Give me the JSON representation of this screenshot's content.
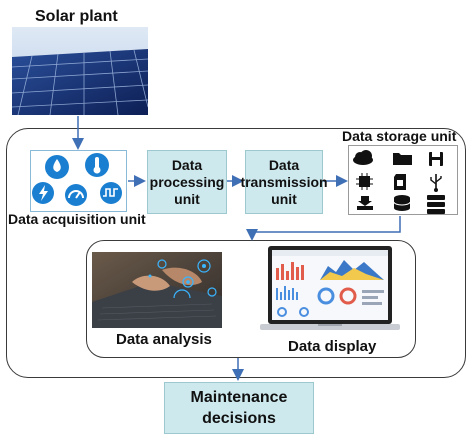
{
  "title": "Solar plant",
  "units": {
    "acquisition": "Data acquisition unit",
    "processing_line1": "Data",
    "processing_line2": "processing",
    "processing_line3": "unit",
    "transmission_line1": "Data",
    "transmission_line2": "transmission",
    "transmission_line3": "unit",
    "storage": "Data storage unit"
  },
  "analysis": {
    "analysis_label": "Data analysis",
    "display_label": "Data display"
  },
  "decision": {
    "line1": "Maintenance",
    "line2": "decisions"
  },
  "colors": {
    "panel": "#cde9ee",
    "acq_blue": "#1a7fd0",
    "storage_icon": "#111111",
    "frame": "#3a3a3a",
    "arrow": "#3f6fb5"
  },
  "icons": {
    "acquisition": [
      "water-drop-icon",
      "thermometer-icon",
      "lightning-icon",
      "gauge-icon",
      "pulse-wave-icon"
    ],
    "storage": [
      "cloud-icon",
      "folder-icon",
      "floppy-disk-icon",
      "chip-icon",
      "sd-card-icon",
      "usb-icon",
      "download-tray-icon",
      "database-icon",
      "server-icon"
    ]
  }
}
